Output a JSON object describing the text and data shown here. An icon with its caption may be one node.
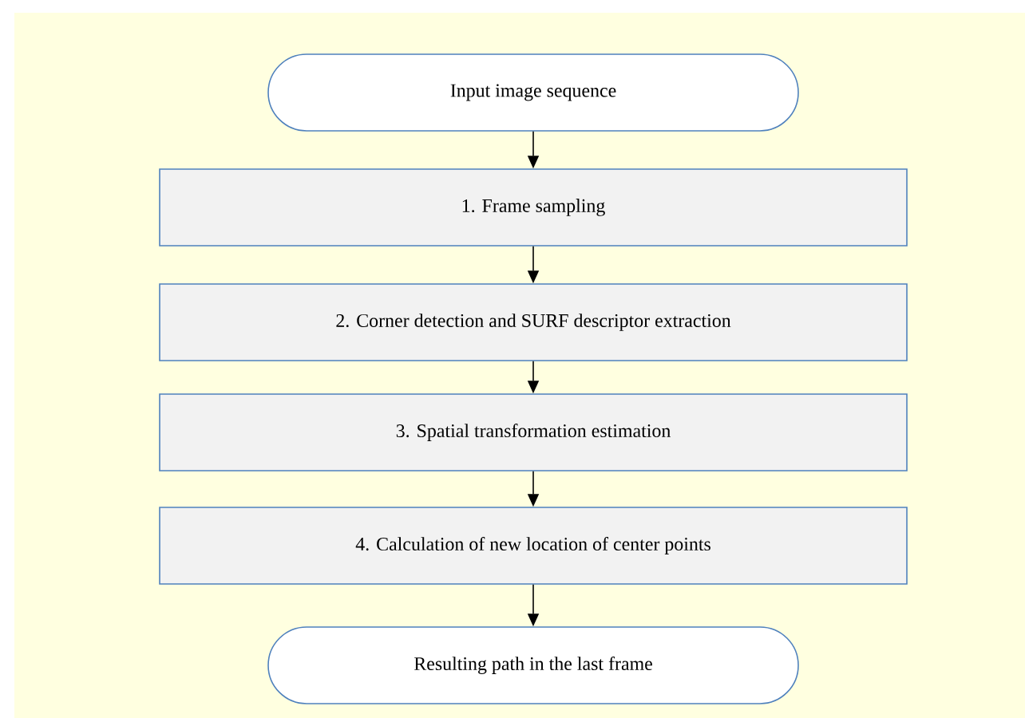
{
  "diagram": {
    "nodes": [
      {
        "text": [
          "Input image sequence"
        ]
      },
      {
        "text": [
          "1. Frame sampling"
        ]
      },
      {
        "text": [
          "2. Corner detection and SURF descriptor extraction"
        ]
      },
      {
        "text": [
          "3. Spatial transformation estimation"
        ]
      },
      {
        "text": [
          "4. Calculation of new location of center points"
        ]
      },
      {
        "text": [
          "Resulting path in the last frame"
        ]
      }
    ],
    "edges": [
      {
        "from": 0,
        "to": 1,
        "arrow": "to"
      },
      {
        "from": 1,
        "to": 2,
        "arrow": "to"
      },
      {
        "from": 2,
        "to": 3,
        "arrow": "to"
      },
      {
        "from": 3,
        "to": 4,
        "arrow": "to"
      },
      {
        "from": 4,
        "to": 5,
        "arrow": "to"
      }
    ]
  }
}
